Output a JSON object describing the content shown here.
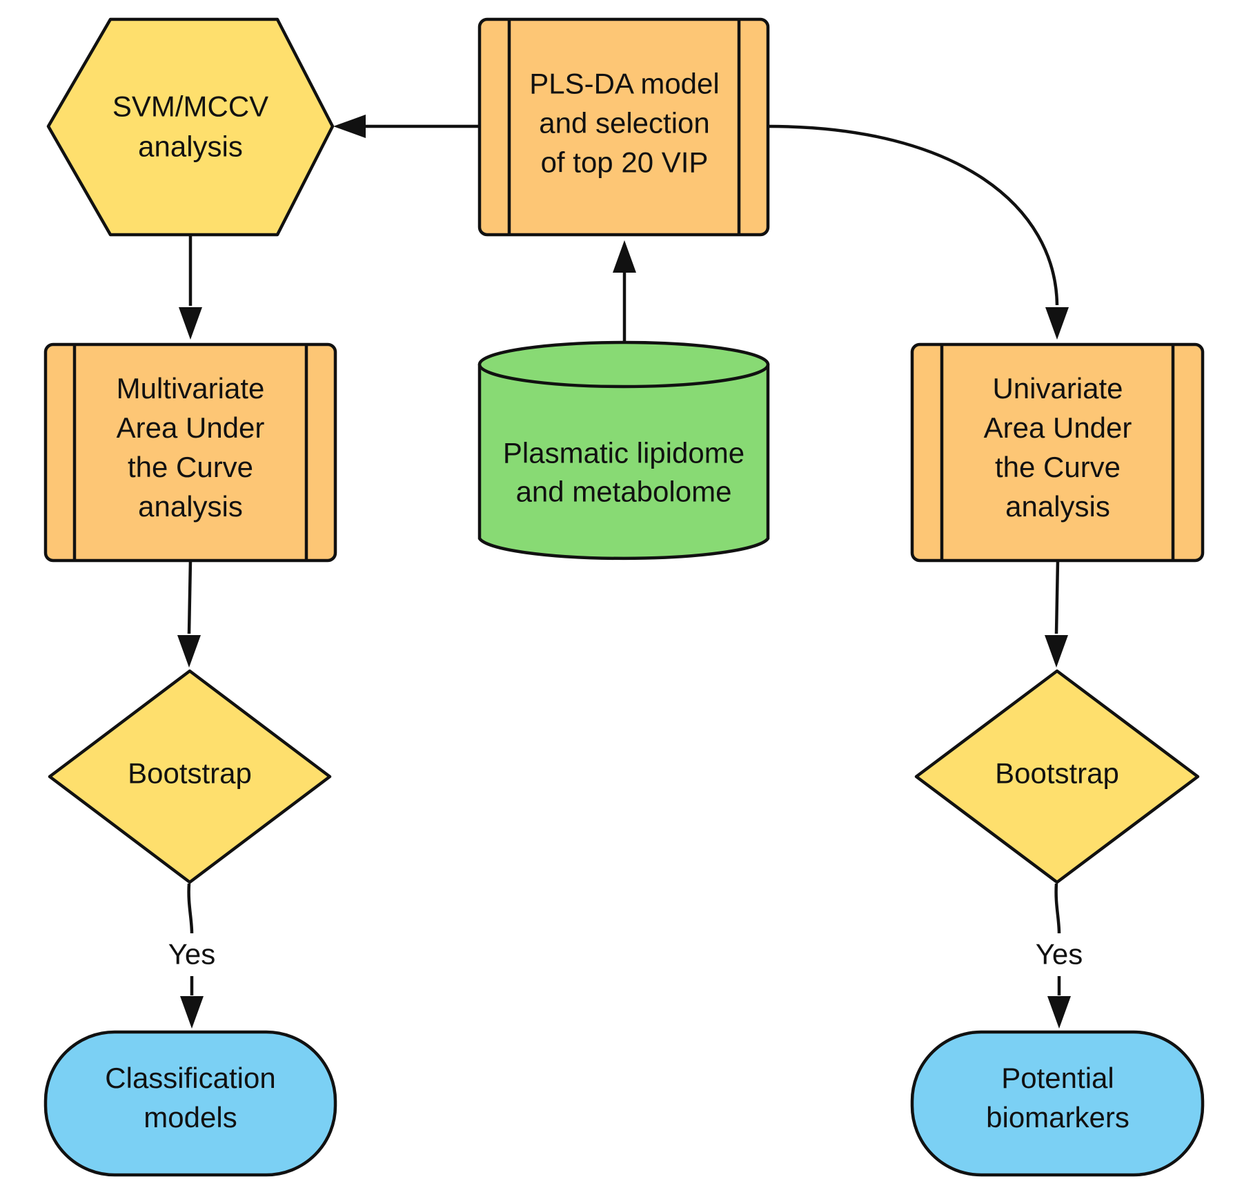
{
  "colors": {
    "process": "#fdc675",
    "decision": "#fedf6d",
    "data": "#88da74",
    "terminal": "#7bd0f4"
  },
  "nodes": {
    "svm": {
      "lines": [
        "SVM/MCCV",
        "analysis"
      ]
    },
    "plsda": {
      "lines": [
        "PLS-DA model",
        "and selection",
        "of top 20 VIP"
      ]
    },
    "lipidome": {
      "lines": [
        "Plasmatic lipidome",
        "and metabolome"
      ]
    },
    "multivariate": {
      "lines": [
        "Multivariate",
        "Area Under",
        "the Curve",
        "analysis"
      ]
    },
    "univariate": {
      "lines": [
        "Univariate",
        "Area Under",
        "the Curve",
        "analysis"
      ]
    },
    "bootstrap_left": {
      "lines": [
        "Bootstrap"
      ]
    },
    "bootstrap_right": {
      "lines": [
        "Bootstrap"
      ]
    },
    "classification": {
      "lines": [
        "Classification",
        "models"
      ]
    },
    "biomarkers": {
      "lines": [
        "Potential",
        "biomarkers"
      ]
    }
  },
  "edges": {
    "yes_left": "Yes",
    "yes_right": "Yes"
  }
}
